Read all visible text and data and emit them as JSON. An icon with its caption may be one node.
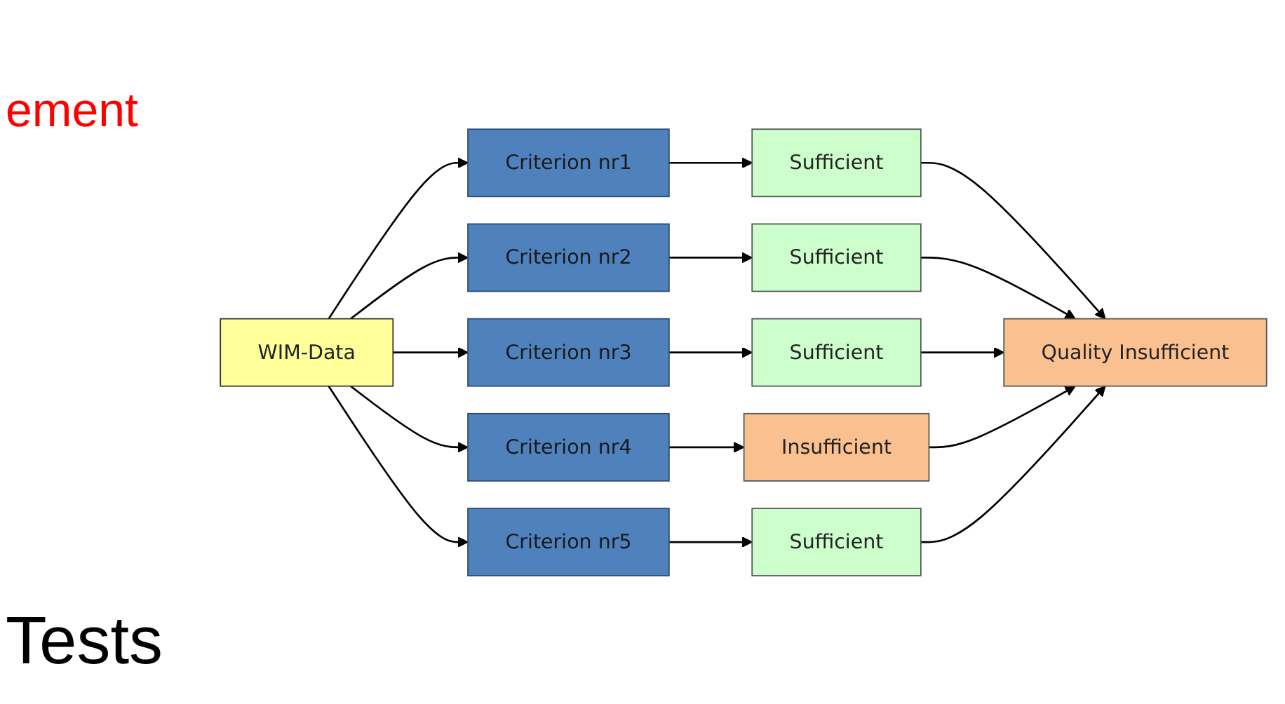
{
  "diagram": {
    "nodes": [
      {
        "text": [
          "WIM-Data"
        ]
      },
      {
        "text": [
          "Criterion nr1"
        ]
      },
      {
        "text": [
          "Criterion nr2"
        ]
      },
      {
        "text": [
          "Criterion nr3"
        ]
      },
      {
        "text": [
          "Criterion nr4"
        ]
      },
      {
        "text": [
          "Criterion nr5"
        ]
      },
      {
        "text": [
          "Sufficient"
        ]
      },
      {
        "text": [
          "Sufficient"
        ]
      },
      {
        "text": [
          "Sufficient"
        ]
      },
      {
        "text": [
          "Insufficient"
        ]
      },
      {
        "text": [
          "Sufficient"
        ]
      },
      {
        "text": [
          "Quality Insufficient"
        ]
      }
    ],
    "edges": [
      {
        "from": 0,
        "to": 1,
        "arrow": "to"
      },
      {
        "from": 0,
        "to": 2,
        "arrow": "to"
      },
      {
        "from": 0,
        "to": 3,
        "arrow": "to"
      },
      {
        "from": 0,
        "to": 4,
        "arrow": "to"
      },
      {
        "from": 0,
        "to": 5,
        "arrow": "to"
      },
      {
        "from": 1,
        "to": 6,
        "arrow": "to"
      },
      {
        "from": 2,
        "to": 7,
        "arrow": "to"
      },
      {
        "from": 3,
        "to": 8,
        "arrow": "to"
      },
      {
        "from": 4,
        "to": 9,
        "arrow": "to"
      },
      {
        "from": 5,
        "to": 10,
        "arrow": "to"
      },
      {
        "from": 6,
        "to": 11,
        "arrow": "to"
      },
      {
        "from": 7,
        "to": 11,
        "arrow": "to"
      },
      {
        "from": 8,
        "to": 11,
        "arrow": "to"
      },
      {
        "from": 9,
        "to": 11,
        "arrow": "to"
      },
      {
        "from": 10,
        "to": 11,
        "arrow": "to"
      }
    ],
    "labels": [
      "ement",
      "Tests"
    ]
  }
}
